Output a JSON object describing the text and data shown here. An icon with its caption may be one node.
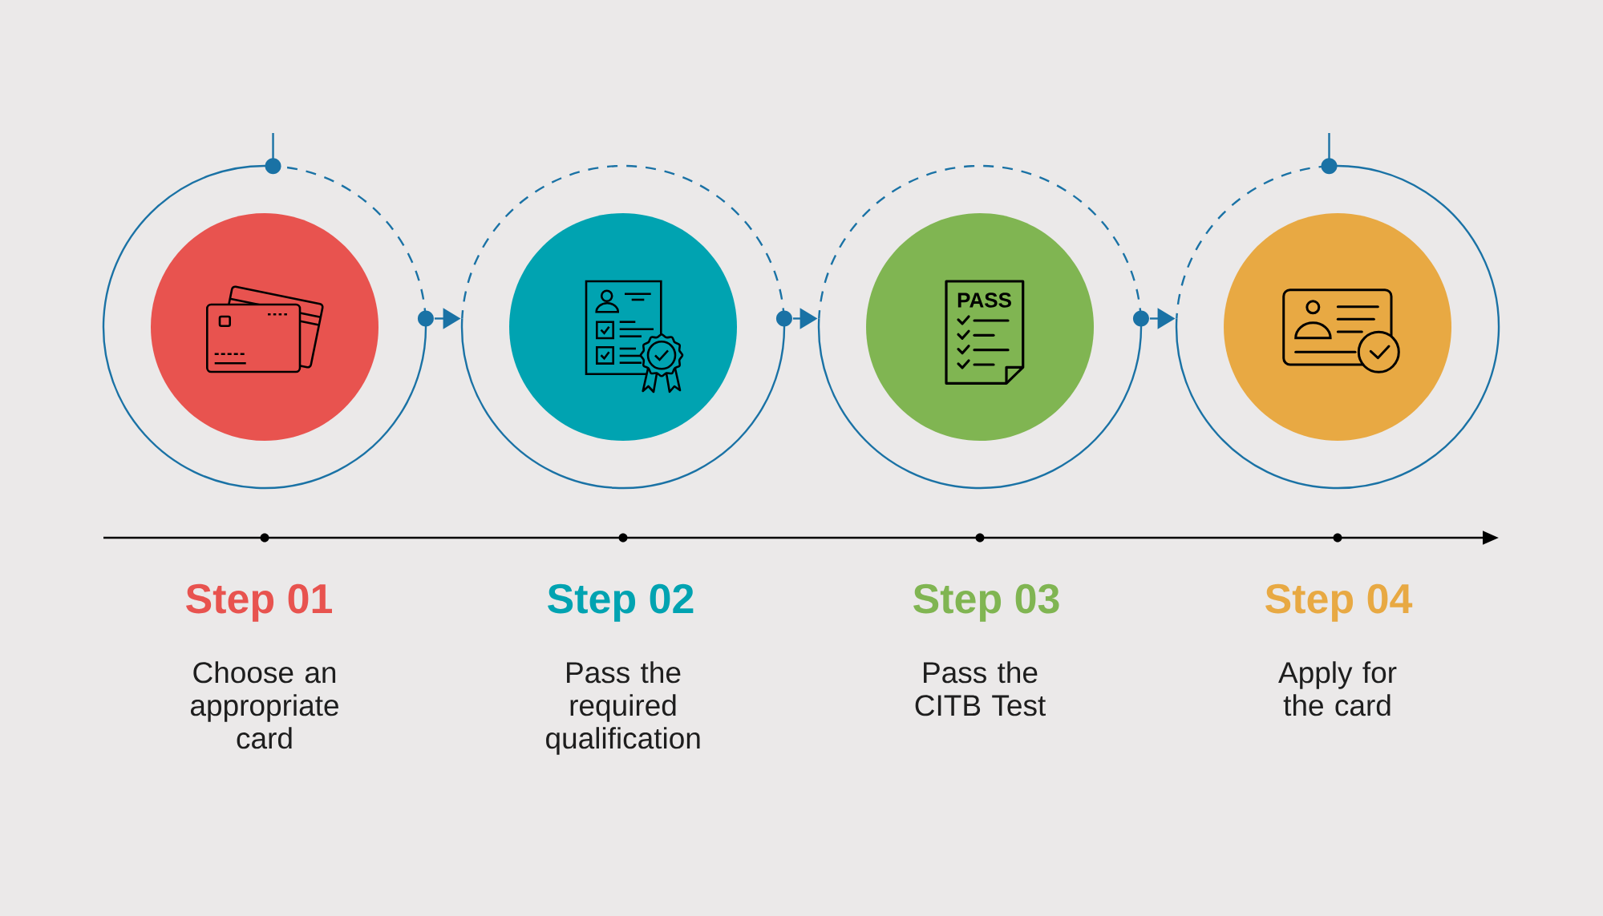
{
  "diagram": {
    "nodes": [
      {
        "text": [],
        "shape": "circle",
        "beside": [
          "Step 01",
          "Choose an appropriate card"
        ]
      },
      {
        "text": [],
        "shape": "circle",
        "beside": [
          "Step 02",
          "Pass the required qualification"
        ]
      },
      {
        "text": [],
        "shape": "circle",
        "beside": [
          "Step 03",
          "Pass the CITB Test"
        ]
      },
      {
        "text": [],
        "shape": "circle",
        "beside": [
          "Step 04",
          "Apply for the card"
        ]
      }
    ],
    "edges": [
      {
        "from": 0,
        "to": 1,
        "arrow": "to"
      },
      {
        "from": 1,
        "to": 2,
        "arrow": "to"
      },
      {
        "from": 2,
        "to": 3,
        "arrow": "to"
      }
    ],
    "labels": [
      "PASS"
    ]
  }
}
